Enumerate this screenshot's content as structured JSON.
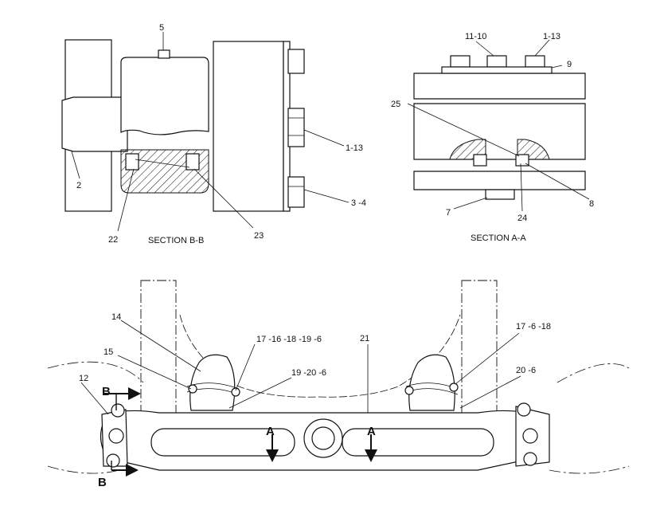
{
  "section_bb": {
    "title": "SECTION  B-B",
    "callouts": {
      "c5": "5",
      "c1_13": "1-13",
      "c3_4": "3  -4",
      "c2": "2",
      "c22": "22",
      "c23": "23"
    }
  },
  "section_aa": {
    "title": "SECTION A-A",
    "callouts": {
      "c11_10": "11-10",
      "c1_13": "1-13",
      "c9": "9",
      "c25": "25",
      "c7": "7",
      "c24": "24",
      "c8": "8"
    }
  },
  "main_view": {
    "callouts": {
      "c14": "14",
      "c15": "15",
      "c12": "12",
      "c17_16_18_19_6": "17 -16 -18 -19 -6",
      "c19_20_6": "19 -20   -6",
      "c21": "21",
      "c17_6_18": "17 -6  -18",
      "c20_6": "20  -6"
    },
    "section_marks": {
      "b_top": "B",
      "b_bottom": "B",
      "a_left": "A",
      "a_right": "A"
    }
  }
}
